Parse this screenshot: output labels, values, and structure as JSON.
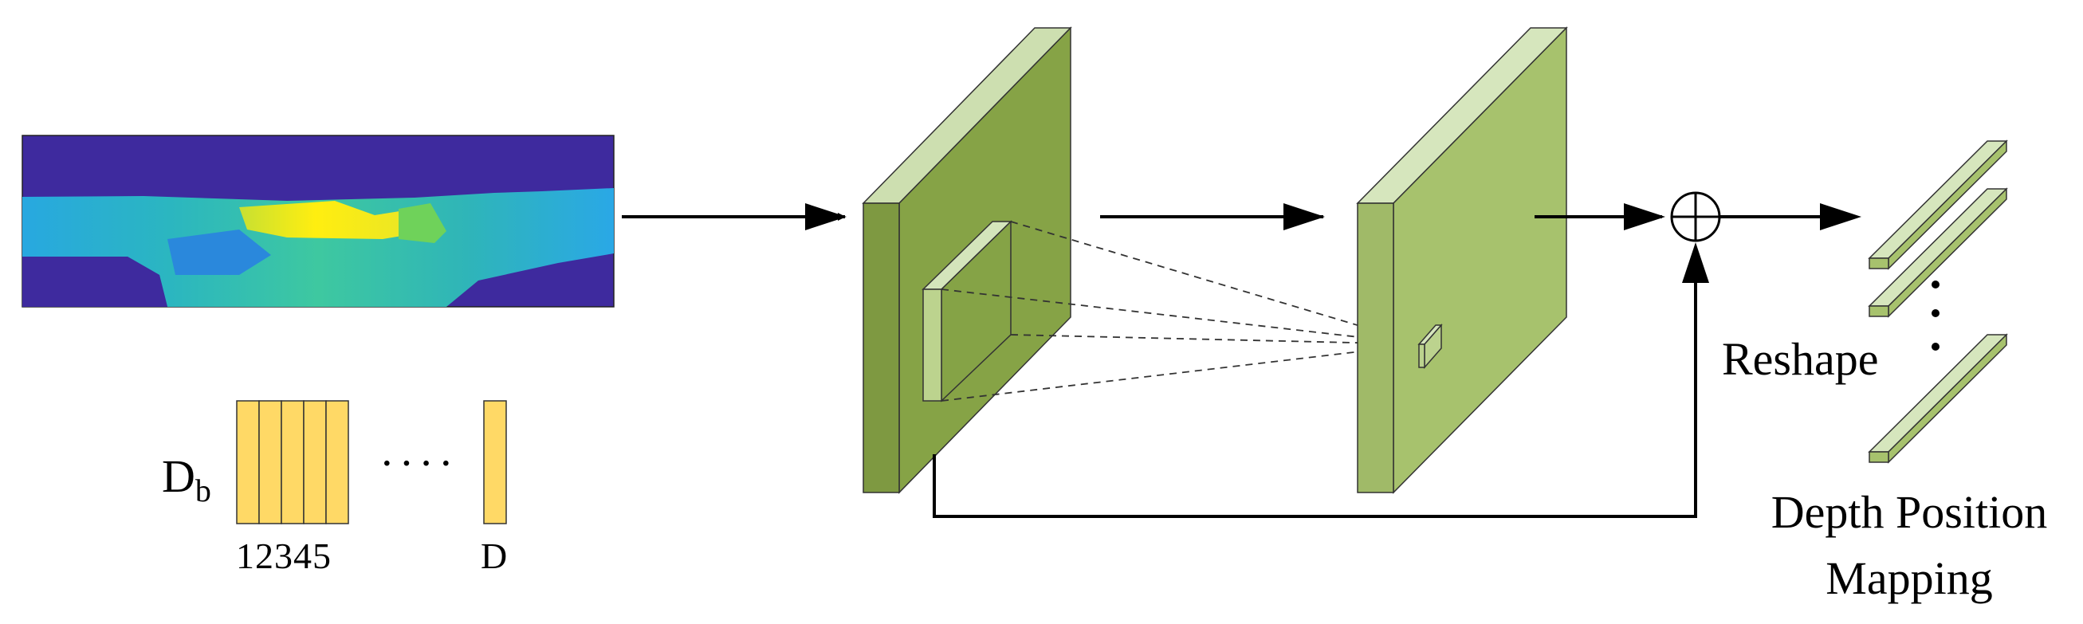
{
  "labels": {
    "db_main": "D",
    "db_sub": "b",
    "bins_ticks": "12345",
    "dots_horizontal": "····",
    "last_bin": "D",
    "reshape": "Reshape",
    "output_line1": "Depth Position",
    "output_line2": "Mapping"
  },
  "colors": {
    "depth_bg": "#3e2a9e",
    "bins": "#ffd966",
    "block1_front": "#86a346",
    "block1_side": "#6f8a33",
    "block1_top": "#cddfb0",
    "block2_front": "#a7c26d",
    "block2_side": "#88a64e",
    "block2_top": "#d6e6bd",
    "bar_fill": "#bcd38e"
  },
  "icons": [
    "arrow-right-icon",
    "circled-plus-icon",
    "vertical-dots-icon"
  ]
}
